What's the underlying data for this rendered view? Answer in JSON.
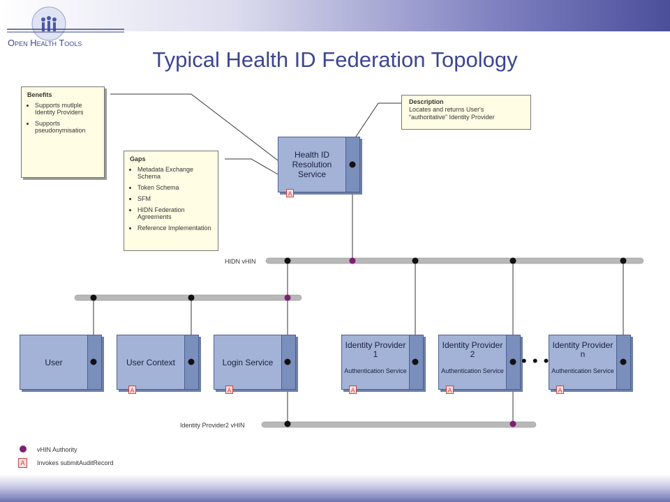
{
  "logo": {
    "text": "Open Health Tools"
  },
  "title": "Typical Health ID Federation Topology",
  "benefits": {
    "heading": "Benefits",
    "items": [
      "Supports mutlple Identity Providers",
      "Supports pseudonymisation"
    ]
  },
  "gaps": {
    "heading": "Gaps",
    "items": [
      "Metadata Exchange Schema",
      "Token Schema",
      "SFM",
      "HIDN Federation Agreements",
      "Reference Implementation"
    ]
  },
  "description": {
    "heading": "Description",
    "text": "Locates and returns User's “authoritative” Identity Provider"
  },
  "health_id_service": {
    "label": "Health ID Resolution Service"
  },
  "bus_labels": {
    "hidn": "HIDN vHIN",
    "idp2": "Identity Provider2 vHIN"
  },
  "boxes": {
    "user": "User",
    "user_context": "User Context",
    "login": "Login Service"
  },
  "idps": [
    {
      "name": "Identity Provider 1",
      "sub": "Authentication Service"
    },
    {
      "name": "Identity Provider 2",
      "sub": "Authentication Service"
    },
    {
      "name": "Identity Provider n",
      "sub": "Authentication Service"
    }
  ],
  "badge_letter": "A",
  "ellipsis": "• • •",
  "legend": {
    "authority": "vHIN Authority",
    "audit": "Invokes submitAuditRecord"
  },
  "colors": {
    "title": "#3c4692",
    "box": "#a2b3d7",
    "box_strip": "#7b8fbd",
    "authority_dot": "#7d1f72",
    "badge": "#c94040",
    "note_bg": "#fffde4"
  }
}
